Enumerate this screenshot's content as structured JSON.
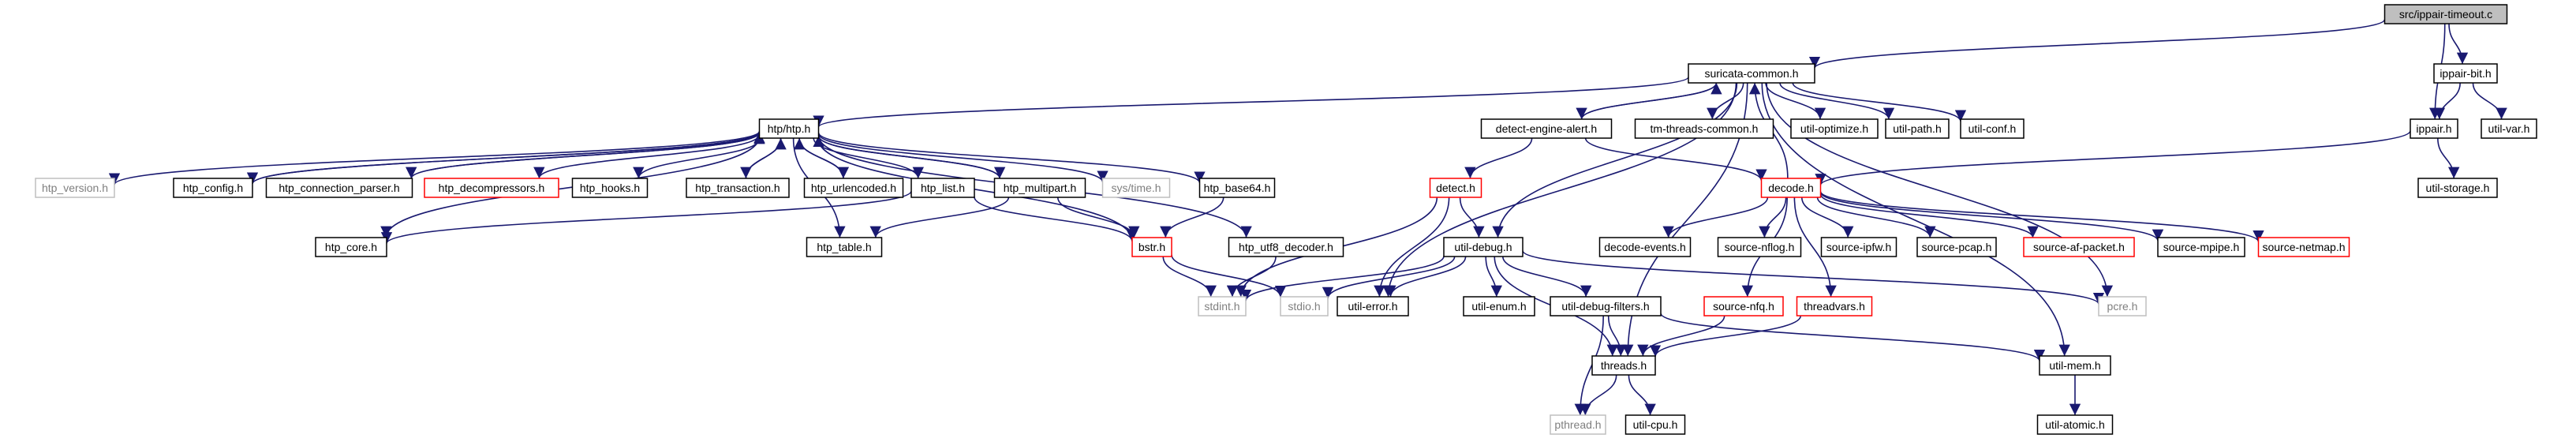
{
  "colors": {
    "edge": "#191970",
    "root_fill": "#bfbfbf",
    "normal_border": "#000000",
    "truncated_border": "#ff0000",
    "external_border": "#bfbfbf",
    "external_text": "#7f7f7f"
  },
  "nodes": [
    {
      "id": "root",
      "label": "src/ippair-timeout.c",
      "kind": "root"
    },
    {
      "id": "suricata_common",
      "label": "suricata-common.h",
      "kind": "normal"
    },
    {
      "id": "ippair_bit",
      "label": "ippair-bit.h",
      "kind": "normal"
    },
    {
      "id": "ippair",
      "label": "ippair.h",
      "kind": "normal"
    },
    {
      "id": "util_var",
      "label": "util-var.h",
      "kind": "normal"
    },
    {
      "id": "util_storage",
      "label": "util-storage.h",
      "kind": "normal"
    },
    {
      "id": "htp",
      "label": "htp/htp.h",
      "kind": "normal"
    },
    {
      "id": "detect_engine_alert",
      "label": "detect-engine-alert.h",
      "kind": "normal"
    },
    {
      "id": "tm_threads_common",
      "label": "tm-threads-common.h",
      "kind": "normal"
    },
    {
      "id": "util_optimize",
      "label": "util-optimize.h",
      "kind": "normal"
    },
    {
      "id": "util_path",
      "label": "util-path.h",
      "kind": "normal"
    },
    {
      "id": "util_conf",
      "label": "util-conf.h",
      "kind": "normal"
    },
    {
      "id": "htp_version",
      "label": "htp_version.h",
      "kind": "external"
    },
    {
      "id": "htp_config",
      "label": "htp_config.h",
      "kind": "normal"
    },
    {
      "id": "htp_connection_parser",
      "label": "htp_connection_parser.h",
      "kind": "normal"
    },
    {
      "id": "htp_decompressors",
      "label": "htp_decompressors.h",
      "kind": "truncated"
    },
    {
      "id": "htp_hooks",
      "label": "htp_hooks.h",
      "kind": "normal"
    },
    {
      "id": "htp_transaction",
      "label": "htp_transaction.h",
      "kind": "normal"
    },
    {
      "id": "htp_urlencoded",
      "label": "htp_urlencoded.h",
      "kind": "normal"
    },
    {
      "id": "htp_list",
      "label": "htp_list.h",
      "kind": "normal"
    },
    {
      "id": "htp_multipart",
      "label": "htp_multipart.h",
      "kind": "normal"
    },
    {
      "id": "sys_time",
      "label": "sys/time.h",
      "kind": "external"
    },
    {
      "id": "htp_base64",
      "label": "htp_base64.h",
      "kind": "normal"
    },
    {
      "id": "detect",
      "label": "detect.h",
      "kind": "truncated"
    },
    {
      "id": "decode",
      "label": "decode.h",
      "kind": "truncated"
    },
    {
      "id": "htp_core",
      "label": "htp_core.h",
      "kind": "normal"
    },
    {
      "id": "htp_table",
      "label": "htp_table.h",
      "kind": "normal"
    },
    {
      "id": "bstr",
      "label": "bstr.h",
      "kind": "truncated"
    },
    {
      "id": "htp_utf8_decoder",
      "label": "htp_utf8_decoder.h",
      "kind": "normal"
    },
    {
      "id": "util_debug",
      "label": "util-debug.h",
      "kind": "normal"
    },
    {
      "id": "decode_events",
      "label": "decode-events.h",
      "kind": "normal"
    },
    {
      "id": "source_nflog",
      "label": "source-nflog.h",
      "kind": "normal"
    },
    {
      "id": "source_ipfw",
      "label": "source-ipfw.h",
      "kind": "normal"
    },
    {
      "id": "source_pcap",
      "label": "source-pcap.h",
      "kind": "normal"
    },
    {
      "id": "source_af_packet",
      "label": "source-af-packet.h",
      "kind": "truncated"
    },
    {
      "id": "source_mpipe",
      "label": "source-mpipe.h",
      "kind": "normal"
    },
    {
      "id": "source_netmap",
      "label": "source-netmap.h",
      "kind": "truncated"
    },
    {
      "id": "stdint",
      "label": "stdint.h",
      "kind": "external"
    },
    {
      "id": "stdio",
      "label": "stdio.h",
      "kind": "external"
    },
    {
      "id": "util_error",
      "label": "util-error.h",
      "kind": "normal"
    },
    {
      "id": "util_enum",
      "label": "util-enum.h",
      "kind": "normal"
    },
    {
      "id": "util_debug_filters",
      "label": "util-debug-filters.h",
      "kind": "normal"
    },
    {
      "id": "source_nfq",
      "label": "source-nfq.h",
      "kind": "truncated"
    },
    {
      "id": "threadvars",
      "label": "threadvars.h",
      "kind": "truncated"
    },
    {
      "id": "pcre",
      "label": "pcre.h",
      "kind": "external"
    },
    {
      "id": "threads",
      "label": "threads.h",
      "kind": "normal"
    },
    {
      "id": "util_mem",
      "label": "util-mem.h",
      "kind": "normal"
    },
    {
      "id": "pthread",
      "label": "pthread.h",
      "kind": "external"
    },
    {
      "id": "util_cpu",
      "label": "util-cpu.h",
      "kind": "normal"
    },
    {
      "id": "util_atomic",
      "label": "util-atomic.h",
      "kind": "normal"
    }
  ],
  "edges": [
    [
      "root",
      "suricata_common"
    ],
    [
      "root",
      "ippair_bit"
    ],
    [
      "root",
      "ippair"
    ],
    [
      "ippair_bit",
      "ippair"
    ],
    [
      "ippair_bit",
      "util_var"
    ],
    [
      "ippair",
      "decode"
    ],
    [
      "ippair",
      "util_storage"
    ],
    [
      "suricata_common",
      "htp"
    ],
    [
      "suricata_common",
      "detect_engine_alert"
    ],
    [
      "suricata_common",
      "tm_threads_common"
    ],
    [
      "suricata_common",
      "util_optimize"
    ],
    [
      "suricata_common",
      "util_path"
    ],
    [
      "suricata_common",
      "util_conf"
    ],
    [
      "suricata_common",
      "util_debug"
    ],
    [
      "suricata_common",
      "util_error"
    ],
    [
      "suricata_common",
      "pcre"
    ],
    [
      "suricata_common",
      "util_mem"
    ],
    [
      "suricata_common",
      "threads"
    ],
    [
      "detect_engine_alert",
      "suricata_common"
    ],
    [
      "detect_engine_alert",
      "detect"
    ],
    [
      "detect_engine_alert",
      "decode"
    ],
    [
      "decode",
      "suricata_common"
    ],
    [
      "decode",
      "decode_events"
    ],
    [
      "decode",
      "source_nflog"
    ],
    [
      "decode",
      "source_ipfw"
    ],
    [
      "decode",
      "source_pcap"
    ],
    [
      "decode",
      "source_af_packet"
    ],
    [
      "decode",
      "source_mpipe"
    ],
    [
      "decode",
      "source_netmap"
    ],
    [
      "decode",
      "source_nfq"
    ],
    [
      "decode",
      "threadvars"
    ],
    [
      "detect",
      "util_debug"
    ],
    [
      "detect",
      "util_error"
    ],
    [
      "detect",
      "stdint"
    ],
    [
      "htp",
      "htp_version"
    ],
    [
      "htp",
      "htp_config"
    ],
    [
      "htp",
      "htp_connection_parser"
    ],
    [
      "htp",
      "htp_decompressors"
    ],
    [
      "htp",
      "htp_hooks"
    ],
    [
      "htp",
      "htp_transaction"
    ],
    [
      "htp",
      "htp_urlencoded"
    ],
    [
      "htp",
      "htp_list"
    ],
    [
      "htp",
      "htp_multipart"
    ],
    [
      "htp",
      "sys_time"
    ],
    [
      "htp",
      "htp_base64"
    ],
    [
      "htp",
      "htp_core"
    ],
    [
      "htp",
      "htp_table"
    ],
    [
      "htp",
      "bstr"
    ],
    [
      "htp",
      "htp_utf8_decoder"
    ],
    [
      "htp_config",
      "htp"
    ],
    [
      "htp_connection_parser",
      "htp"
    ],
    [
      "htp_transaction",
      "htp"
    ],
    [
      "htp_urlencoded",
      "htp"
    ],
    [
      "htp_multipart",
      "htp"
    ],
    [
      "htp_list",
      "bstr"
    ],
    [
      "htp_list",
      "htp_core"
    ],
    [
      "htp_multipart",
      "bstr"
    ],
    [
      "htp_multipart",
      "htp_table"
    ],
    [
      "htp_base64",
      "bstr"
    ],
    [
      "bstr",
      "stdint"
    ],
    [
      "bstr",
      "stdio"
    ],
    [
      "htp_utf8_decoder",
      "stdint"
    ],
    [
      "util_debug",
      "stdint"
    ],
    [
      "util_debug",
      "stdio"
    ],
    [
      "util_debug",
      "util_error"
    ],
    [
      "util_debug",
      "util_enum"
    ],
    [
      "util_debug",
      "util_debug_filters"
    ],
    [
      "util_debug",
      "threads"
    ],
    [
      "util_debug",
      "pcre"
    ],
    [
      "util_debug_filters",
      "threads"
    ],
    [
      "util_debug_filters",
      "pthread"
    ],
    [
      "util_debug_filters",
      "util_mem"
    ],
    [
      "source_nfq",
      "threads"
    ],
    [
      "threadvars",
      "threads"
    ],
    [
      "threads",
      "pthread"
    ],
    [
      "threads",
      "util_cpu"
    ],
    [
      "util_mem",
      "util_atomic"
    ]
  ]
}
